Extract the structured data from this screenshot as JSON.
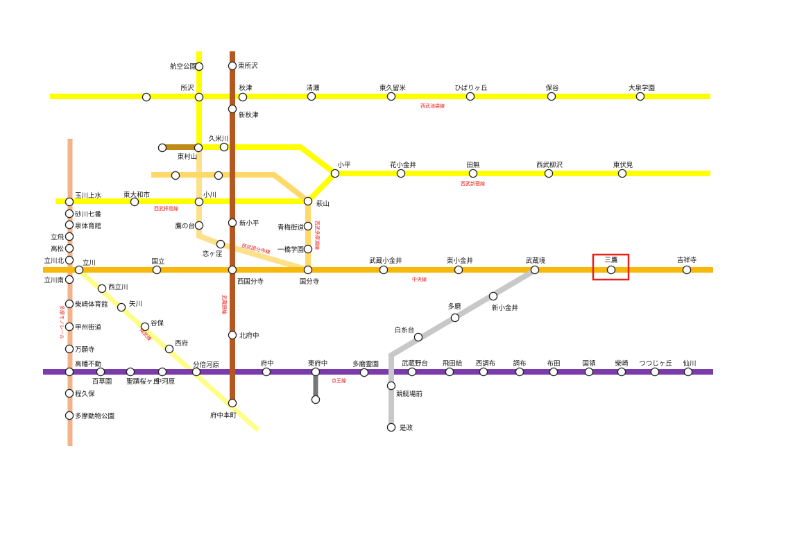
{
  "colors": {
    "yellow": "#ffff00",
    "chuo": "#f6b80a",
    "musashino": "#b5581f",
    "keio": "#7a3cab",
    "tama_monorail": "#f2b38a",
    "tamako": "#bf8a16",
    "kokubunji": "#fde08a",
    "koremasa": "#c8c8c8",
    "keibajo": "#777777",
    "tamako_line": "#ffd86a",
    "tamagawa": "#ffff88",
    "highlight": "#e8201a"
  },
  "line_names": {
    "ikebukuro": "西武池袋線",
    "shinjuku": "西武新宿線",
    "haijima": "西武拝島線",
    "kokubunji": "西武国分寺線",
    "tamako": "西武多摩湖線",
    "musashino": "武蔵野線",
    "chuo": "中央線",
    "keio": "京王線",
    "tama_monorail": "多摩モノレール",
    "nambu": "南武線"
  },
  "stations": {
    "koku_koen": "航空公園",
    "higashi_tokorozawa": "東所沢",
    "tokorozawa": "所沢",
    "akitsu": "秋津",
    "kiyose": "清瀬",
    "higashi_kurume": "東久留米",
    "hibarigaoka": "ひばりヶ丘",
    "hoya": "保谷",
    "oizumigakuen": "大泉学園",
    "shin_akitsu": "新秋津",
    "kumegawa": "久米川",
    "higashi_murayama": "東村山",
    "kodaira": "小平",
    "hana_koganei": "花小金井",
    "tanashi": "田無",
    "seibu_yagisawa": "西武柳沢",
    "higashi_fushimi": "東伏見",
    "tamagawa_josui": "玉川上水",
    "higashi_yamato": "東大和市",
    "ogawa": "小川",
    "hagiyama": "萩山",
    "sunagawa": "砂川七番",
    "izumi": "泉体育館",
    "tachihi": "立飛",
    "takamatsu": "高松",
    "tachikawa_kita": "立川北",
    "takanodai": "鷹の台",
    "shin_kodaira": "新小平",
    "ome_kaido": "青梅街道",
    "hitotsubashi": "一橋学園",
    "koigakubo": "恋ヶ窪",
    "tachikawa": "立川",
    "kunitachi": "国立",
    "nishi_kokubunji": "西国分寺",
    "kokubunji": "国分寺",
    "musashi_koganei": "武蔵小金井",
    "higashi_koganei": "東小金井",
    "musashisakai": "武蔵境",
    "mitaka": "三鷹",
    "kichijoji": "吉祥寺",
    "tachikawa_minami": "立川南",
    "nishi_tachikawa_nambu": "西立川",
    "yagawa": "矢川",
    "yaho": "谷保",
    "nishifu": "西府",
    "shibasaki_taiikukan": "柴崎体育館",
    "koshu_kaido": "甲州街道",
    "manganji": "万願寺",
    "takahata_fudo": "高幡不動",
    "mogusaen": "百草園",
    "seiseki": "聖蹟桜ヶ丘",
    "nakagawara": "中河原",
    "bubaigawara": "分倍河原",
    "fuchu": "府中",
    "higashi_fuchu": "東府中",
    "tama_reien": "多磨霊園",
    "musashinodai": "武蔵野台",
    "tobitakyu": "飛田給",
    "nishi_chofu": "西調布",
    "chofu": "調布",
    "fuda": "布田",
    "kokuryo": "国領",
    "shibasaki": "柴崎",
    "tsutsujigaoka": "つつじヶ丘",
    "sengawa": "仙川",
    "hodokubo": "程久保",
    "tama_zoo": "多摩動物公園",
    "kitafuchu": "北府中",
    "fuchu_hommachi": "府中本町",
    "tama": "多磨",
    "shin_koganei": "新小金井",
    "shiraitodai": "白糸台",
    "kyoteijomae": "競艇場前",
    "koremasa": "是政"
  }
}
